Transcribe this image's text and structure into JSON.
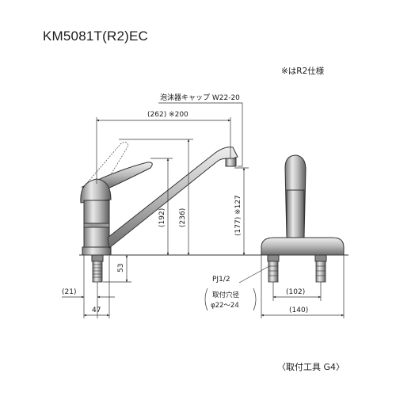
{
  "model_number": "KM5081T(R2)EC",
  "r2_note": "※はR2仕様",
  "aerator_label": "泡沫器キャップ W22-20",
  "dims": {
    "reach_total": "(262) ※200",
    "spout_height": "(192)",
    "total_height": "(236)",
    "outlet_height": "(177) ※127",
    "base_height": "53",
    "offset_left": "(21)",
    "base_width": "47",
    "hole_pitch": "(102)",
    "body_width": "(140)"
  },
  "pipe_label": "PJ1/2",
  "hole_label_1": "取付穴径",
  "hole_label_2": "φ22～24",
  "fixing_label": "〈取付工具 G4〉"
}
